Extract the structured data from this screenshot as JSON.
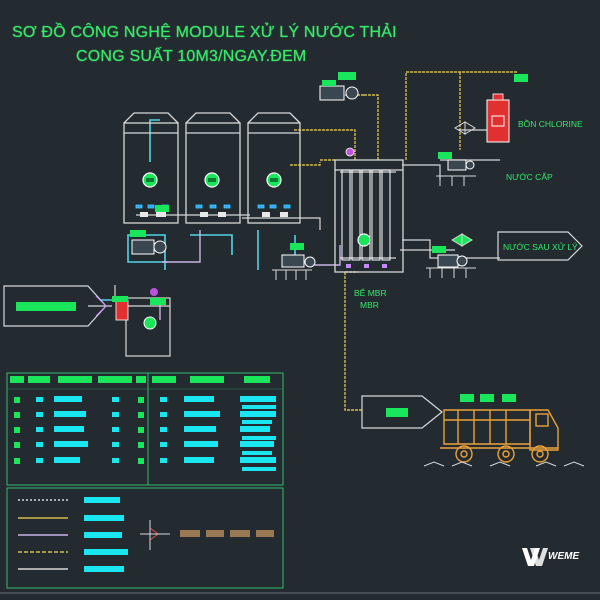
{
  "title": {
    "line1": "SƠ ĐỒ CÔNG NGHỆ MODULE XỬ LÝ NƯỚC THẢI",
    "line2": "CONG SUẤT 10M3/NGAY.ĐEM"
  },
  "labels": {
    "chlorine_tank": "BỒN CHLORINE",
    "tap_water": "NƯỚC CẤP",
    "treated_water": "NƯỚC SAU XỬ LÝ",
    "mbr_tank_line1": "BỂ MBR",
    "mbr_tank_line2": "MBR"
  },
  "brand": {
    "name": "WEME"
  },
  "colors": {
    "background": "#242b30",
    "title": "#37e86a",
    "equipment_outline": "#d8d8d8",
    "water_line": "#4fd3e6",
    "sludge_line": "#d1b94d",
    "pump_line": "#c9b3e6",
    "legend_frame": "#2fb870",
    "label_tag": "#19e65a",
    "legend_cyan": "#19e6f0",
    "truck": "#e8a23a",
    "chlorine_tank": "#e03030"
  }
}
